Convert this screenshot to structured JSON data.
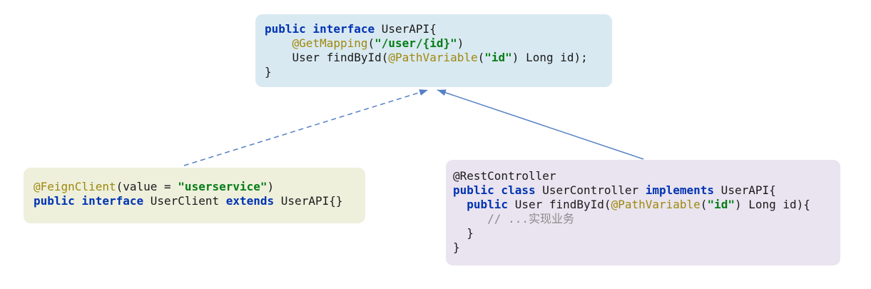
{
  "colors": {
    "arrow": "#5580c4",
    "keyword": "#0033b3",
    "annotation": "#9e880d",
    "string": "#067d17",
    "plain": "#1a1a1a",
    "comment": "#8c8c8c"
  },
  "boxes": [
    {
      "name": "user-api",
      "bg": "#d9e9f1",
      "lines": [
        [
          {
            "t": "public interface",
            "c": "kw"
          },
          {
            "t": " UserAPI{",
            "c": "pl"
          }
        ],
        [
          {
            "t": "    ",
            "c": "pl"
          },
          {
            "t": "@GetMapping",
            "c": "an"
          },
          {
            "t": "(",
            "c": "pl"
          },
          {
            "t": "\"/user/{id}\"",
            "c": "st"
          },
          {
            "t": ")",
            "c": "pl"
          }
        ],
        [
          {
            "t": "    User findById(",
            "c": "pl"
          },
          {
            "t": "@PathVariable",
            "c": "an"
          },
          {
            "t": "(",
            "c": "pl"
          },
          {
            "t": "\"id\"",
            "c": "st"
          },
          {
            "t": ") Long id);",
            "c": "pl"
          }
        ],
        [
          {
            "t": "}",
            "c": "pl"
          }
        ]
      ]
    },
    {
      "name": "user-client",
      "bg": "#eef0dc",
      "lines": [
        [
          {
            "t": "@FeignClient",
            "c": "an"
          },
          {
            "t": "(value = ",
            "c": "pl"
          },
          {
            "t": "\"userservice\"",
            "c": "st"
          },
          {
            "t": ")",
            "c": "pl"
          }
        ],
        [
          {
            "t": "public interface",
            "c": "kw"
          },
          {
            "t": " UserClient ",
            "c": "pl"
          },
          {
            "t": "extends",
            "c": "kw"
          },
          {
            "t": " UserAPI{}",
            "c": "pl"
          }
        ]
      ]
    },
    {
      "name": "user-controller",
      "bg": "#e9e4ef",
      "lines": [
        [
          {
            "t": "@RestController",
            "c": "pl"
          }
        ],
        [
          {
            "t": "public class",
            "c": "kw"
          },
          {
            "t": " UserController ",
            "c": "pl"
          },
          {
            "t": "implements",
            "c": "kw"
          },
          {
            "t": " UserAPI{",
            "c": "pl"
          }
        ],
        [
          {
            "t": "  ",
            "c": "pl"
          },
          {
            "t": "public",
            "c": "kw"
          },
          {
            "t": " User findById(",
            "c": "pl"
          },
          {
            "t": "@PathVariable",
            "c": "an"
          },
          {
            "t": "(",
            "c": "pl"
          },
          {
            "t": "\"id\"",
            "c": "st"
          },
          {
            "t": ") Long id){",
            "c": "pl"
          }
        ],
        [
          {
            "t": "     ",
            "c": "pl"
          },
          {
            "t": "// ...实现业务",
            "c": "cm"
          }
        ],
        [
          {
            "t": "  }",
            "c": "pl"
          }
        ],
        [
          {
            "t": "}",
            "c": "pl"
          }
        ]
      ]
    }
  ]
}
